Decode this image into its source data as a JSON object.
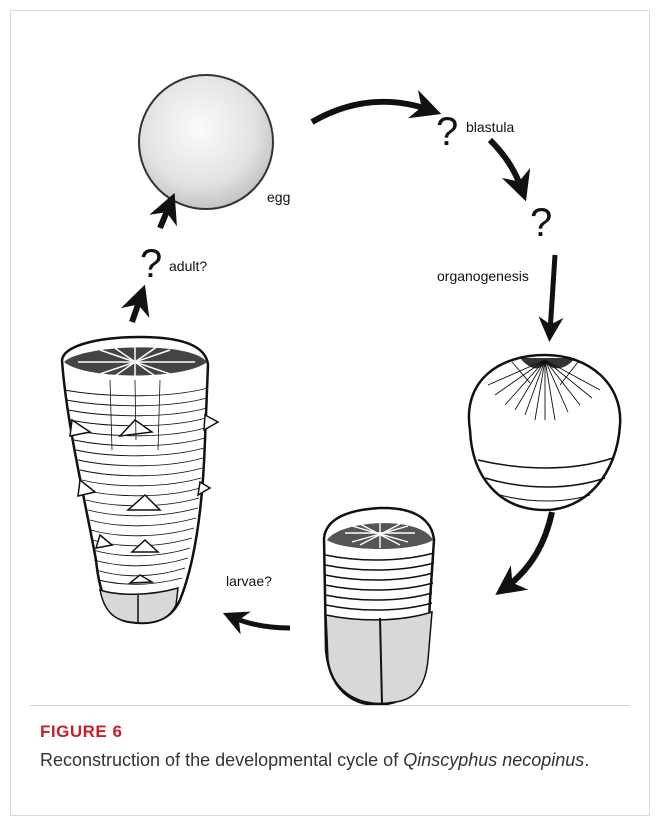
{
  "figure": {
    "labels": {
      "egg": "egg",
      "blastula": "blastula",
      "organogenesis": "organogenesis",
      "larvae": "larvae?",
      "adult": "adult?"
    },
    "question_mark": "?"
  },
  "caption": {
    "title": "FIGURE 6",
    "text_before": "Reconstruction of the developmental cycle of ",
    "species": "Qinscyphus necopinus",
    "text_after": "."
  },
  "colors": {
    "caption_title": "#c8202a",
    "ink": "#111111"
  }
}
